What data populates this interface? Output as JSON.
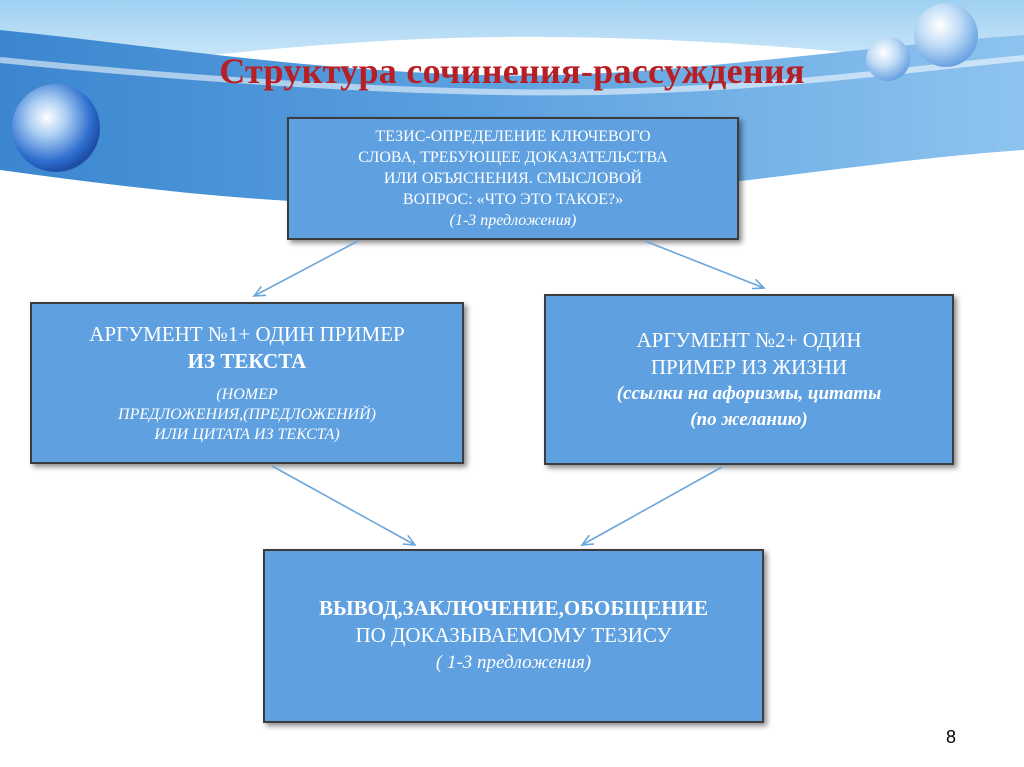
{
  "title": "Структура сочинения-рассуждения",
  "thesis": {
    "lines": [
      "ТЕЗИС-ОПРЕДЕЛЕНИЕ КЛЮЧЕВОГО",
      "СЛОВА, ТРЕБУЮЩЕЕ ДОКАЗАТЕЛЬСТВА",
      "ИЛИ ОБЪЯСНЕНИЯ. СМЫСЛОВОЙ",
      "ВОПРОС: «ЧТО ЭТО ТАКОЕ?»"
    ],
    "note": "(1-3 предложения)"
  },
  "argument1": {
    "line1": "АРГУМЕНТ №1+ ОДИН ПРИМЕР",
    "line2": "ИЗ ТЕКСТА",
    "note_lines": [
      "(НОМЕР",
      "ПРЕДЛОЖЕНИЯ,(ПРЕДЛОЖЕНИЙ)",
      "ИЛИ ЦИТАТА ИЗ ТЕКСТА)"
    ]
  },
  "argument2": {
    "line1": "АРГУМЕНТ №2+ ОДИН",
    "line2": "ПРИМЕР ИЗ ЖИЗНИ",
    "note_line1": "(ссылки на афоризмы, цитаты",
    "note_line2": "(по желанию)"
  },
  "conclusion": {
    "line1": "ВЫВОД,ЗАКЛЮЧЕНИЕ,ОБОБЩЕНИЕ",
    "line2": "ПО ДОКАЗЫВАЕМОМУ ТЕЗИСУ",
    "note": "( 1-3 предложения)"
  },
  "page_number": "8",
  "colors": {
    "box_fill": "#5ea0e0",
    "title": "#b81f24",
    "arrow": "#6aa6dc"
  }
}
